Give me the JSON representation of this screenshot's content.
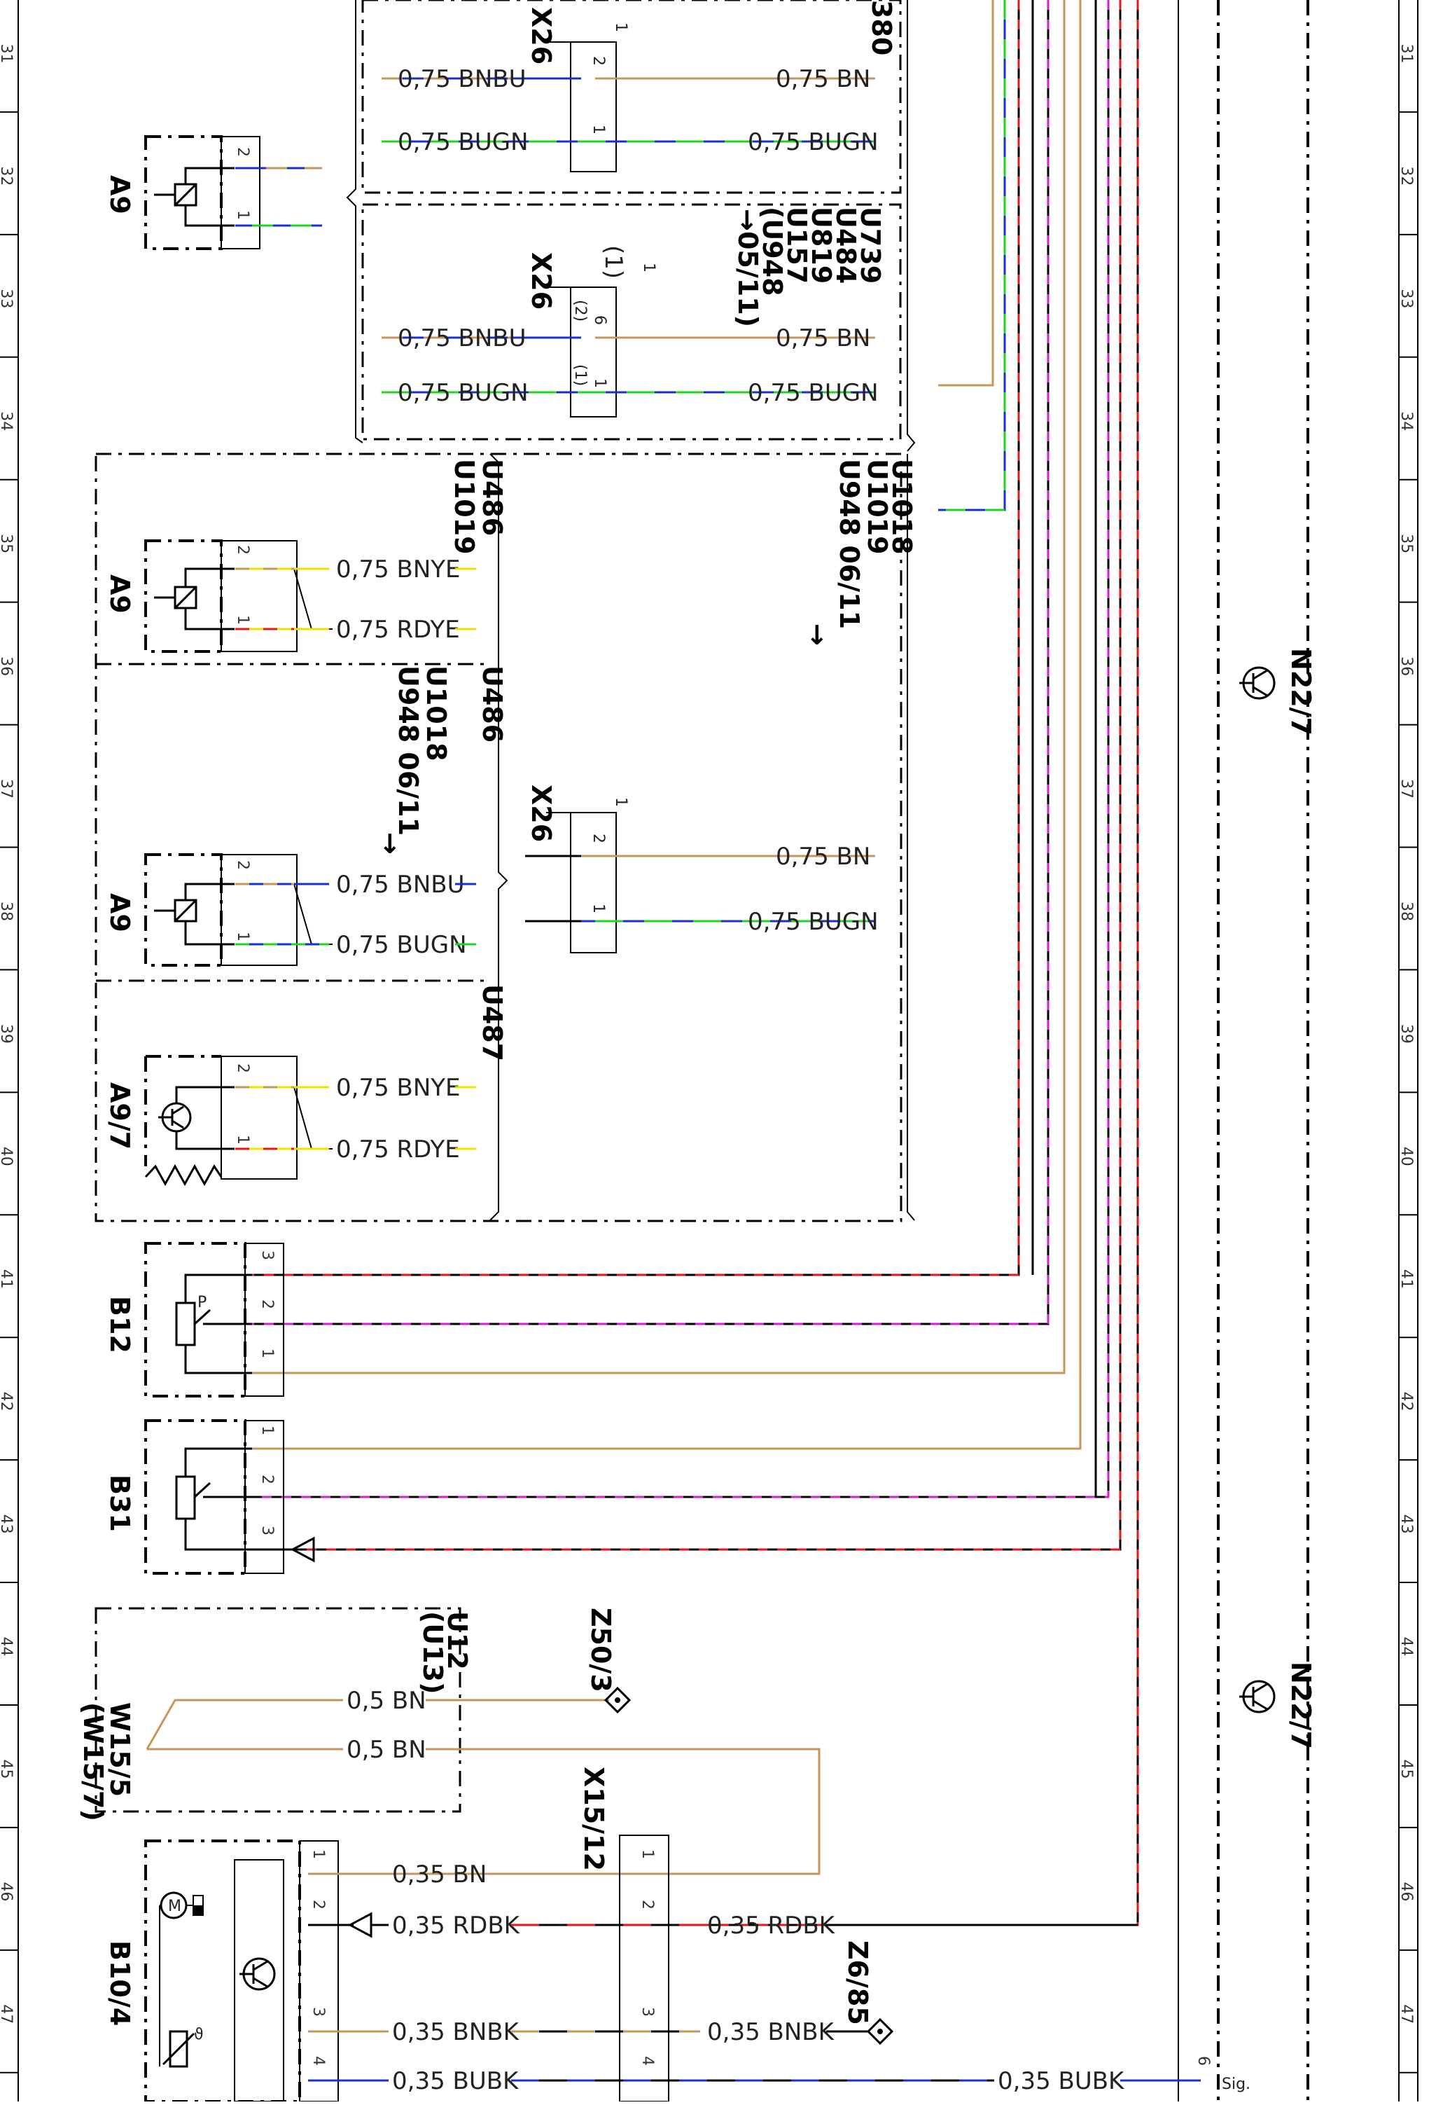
{
  "page": {
    "row_numbers": [
      "31",
      "32",
      "33",
      "34",
      "35",
      "36",
      "37",
      "38",
      "39",
      "40",
      "41",
      "42",
      "43",
      "44",
      "45",
      "46",
      "47"
    ]
  },
  "components": {
    "a9_top": "A9",
    "a9_mid": "A9",
    "a9_low": "A9",
    "a9_7": "A9/7",
    "b12": "B12",
    "b31": "B31",
    "b10_4": "B10/4",
    "n22_7_a": "N22/7",
    "n22_7_b": "N22/7",
    "w15_5": "W15/5",
    "w15_7": "(W15/7)",
    "x15_12": "X15/12",
    "z50_3": "Z50/3",
    "z6_85": "Z6/85",
    "x26_a": "X26",
    "x26_b": "X26",
    "x26_c": "X26",
    "top_fragment": "380"
  },
  "codes": {
    "block_b": [
      "U739",
      "U484",
      "U819",
      "U157",
      "(U948",
      "05/11)"
    ],
    "block_b_arrow": "→",
    "u486_a": "U486",
    "u1019_a": "U1019",
    "u1018_b": "U1018",
    "u1019_b": "U1019",
    "u948_b": "U948 06/11",
    "u486_c": "U486",
    "u1018_c": "U1018",
    "u948_c": "U948 06/11",
    "u487": "U487",
    "u12": "U12",
    "u13": "(U13)",
    "paren_1": "(1)",
    "paren_1b": "(1)",
    "paren_2": "(2)",
    "sig": "Sig."
  },
  "wires": {
    "bnbu_a": "0,75 BNBU",
    "bugn_a": "0,75 BUGN",
    "bn_a": "0,75 BN",
    "bugn_a2": "0,75 BUGN",
    "bnbu_b": "0,75 BNBU",
    "bugn_b": "0,75 BUGN",
    "bn_b": "0,75 BN",
    "bugn_b2": "0,75 BUGN",
    "bnye_c": "0,75 BNYE",
    "rdye_c": "0,75 RDYE",
    "bn_d": "0,75 BN",
    "bugn_d": "0,75 BUGN",
    "bnbu_e": "0,75 BNBU",
    "bugn_e": "0,75 BUGN",
    "bnye_f": "0,75 BNYE",
    "rdye_f": "0,75 RDYE",
    "bn_g1": "0,5 BN",
    "bn_g2": "0,5 BN",
    "bn_h": "0,35 BN",
    "rdbk_h": "0,35 RDBK",
    "rdbk_h2": "0,35 RDBK",
    "bnbk_h": "0,35 BNBK",
    "bnbk_h2": "0,35 BNBK",
    "bubk_h": "0,35 BUBK",
    "bubk_h2": "0,35 BUBK"
  },
  "pins": {
    "p1": "1",
    "p2": "2",
    "p3": "3",
    "p4": "4",
    "p6": "6"
  },
  "colors": {
    "brown": "#c8965a",
    "blue": "#1a2fd0",
    "green": "#22d422",
    "red": "#e01818",
    "yellow": "#f0e000",
    "magenta": "#d020d0",
    "black": "#000000"
  },
  "icons": {
    "connector": "connector-pin-icon",
    "relay": "relay-coil-icon",
    "transistor": "transistor-circle-icon",
    "potentiometer": "potentiometer-icon",
    "motor": "motor-icon",
    "ground_arrow": "ground-arrow-icon",
    "splice": "splice-diamond-icon"
  }
}
